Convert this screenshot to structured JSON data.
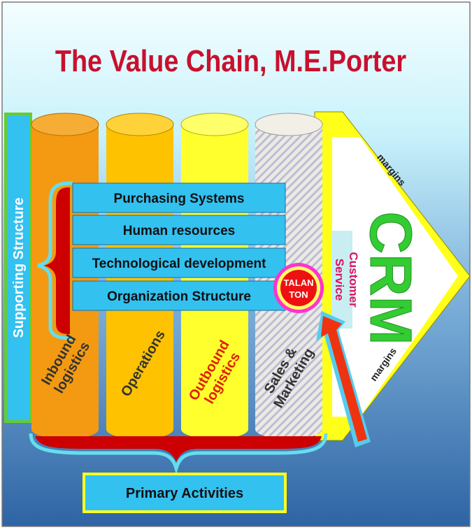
{
  "title": "The Value Chain, M.E.Porter",
  "supporting_label": "Supporting Structure",
  "support_activities": [
    "Purchasing Systems",
    "Human resources",
    "Technological development",
    "Organization Structure"
  ],
  "primary_activities": [
    {
      "line1": "Inbound",
      "line2": "logistics",
      "color": "#f39a12"
    },
    {
      "line1": "Operations",
      "line2": "",
      "color": "#ffc200"
    },
    {
      "line1": "Outbound",
      "line2": "logistics",
      "color": "#ffff2e"
    },
    {
      "line1": "Sales &",
      "line2": "Marketing",
      "color": "#e8e4d8"
    }
  ],
  "primary_label": "Primary Activities",
  "talanton": {
    "line1": "TALAN",
    "line2": "TON"
  },
  "customer_service": {
    "line1": "Customer",
    "line2": "Service"
  },
  "crm": "CRM",
  "margins_top": "margins",
  "margins_bottom": "margins",
  "colors": {
    "title": "#c8102e",
    "box_fill": "#33c1f0",
    "arrow_yellow": "#ffff1a",
    "crm_green": "#33cc33",
    "brace_red": "#cc0000",
    "border_green": "#66cc33",
    "red_arrow": "#ee3311"
  }
}
